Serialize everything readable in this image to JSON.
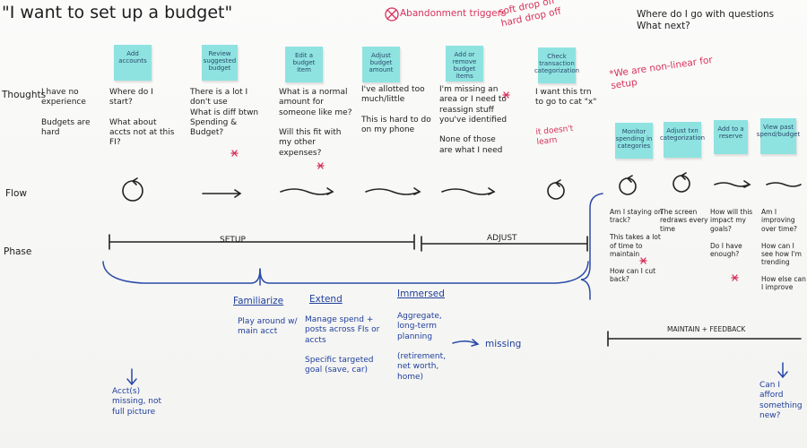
{
  "title": "\"I want to set up a budget\"",
  "top_right": {
    "notes": "Where do I go with questions\nWhat next?",
    "abandonment": "Abandonment triggers",
    "dropoff": "soft drop off\nhard drop off",
    "nonlinear": "*We are non-linear for setup"
  },
  "row_labels": {
    "thoughts": "Thoughts",
    "flow": "Flow",
    "phase": "Phase"
  },
  "stickies": [
    "Add accounts",
    "Review suggested budget",
    "Edit a budget item",
    "Adjust budget amount",
    "Add or remove budget items",
    "Check transaction categorization",
    "Monitor spending in categories",
    "Adjust txn categorization",
    "Add to a reserve",
    "View past spend/budget"
  ],
  "thoughts": [
    "I have no experience\n\nBudgets are hard",
    "Where do I start?\n\nWhat about accts not at this FI?",
    "There is a lot I don't use\nWhat is diff btwn Spending & Budget?",
    "What is a normal amount for someone like me?\n\nWill this fit with my other expenses?",
    "I've allotted too much/little\n\nThis is hard to do on my phone",
    "I'm missing an area or I need to reassign stuff you've identified\n\nNone of those are what I need",
    "I want this trn to go to cat \"x\"",
    "Am I staying on track?\n\nThis takes a lot of time to maintain\n\nHow can I cut back?",
    "The screen redraws every time",
    "How will this impact my goals?\n\nDo I have enough?",
    "Am I improving over time?\n\nHow can I see how I'm trending\n\nHow else can I improve"
  ],
  "red_note": "it doesn't learn",
  "phases": {
    "setup": "SETUP",
    "adjust": "ADJUST",
    "maintain": "MAINTAIN + FEEDBACK"
  },
  "modes": [
    {
      "title": "Familiarize",
      "body": "Play around w/ main acct"
    },
    {
      "title": "Extend",
      "body": "Manage spend + posts across FIs or accts\n\nSpecific targeted goal (save, car)"
    },
    {
      "title": "Immersed",
      "body": "Aggregate, long-term planning\n\n(retirement, net worth, home)"
    }
  ],
  "missing": "missing",
  "bottom_left": "Acct(s) missing, not full picture",
  "bottom_right": "Can I afford something new?"
}
